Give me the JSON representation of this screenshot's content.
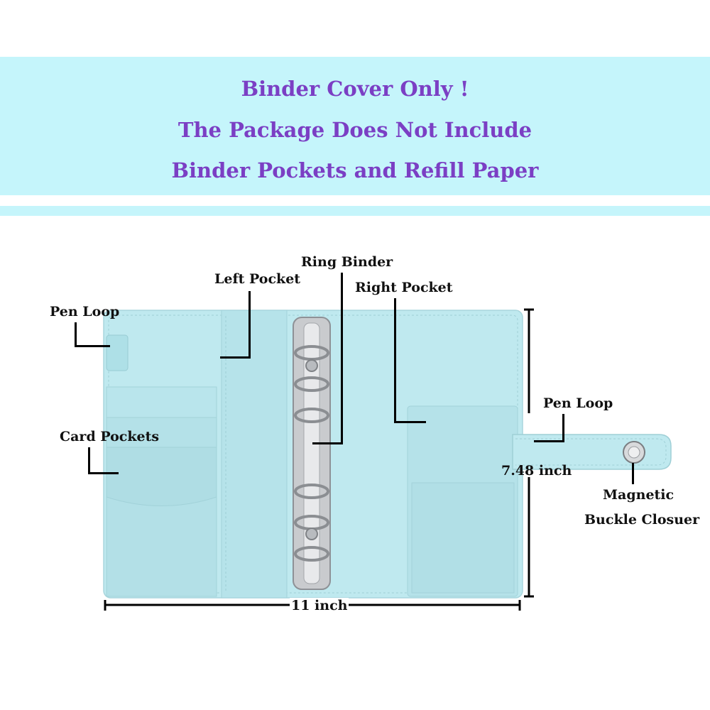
{
  "banner": {
    "line1": "Binder Cover Only !",
    "line2": "The Package Does Not Include",
    "line3": "Binder Pockets and Refill Paper"
  },
  "callouts": {
    "pen_loop_left": "Pen Loop",
    "left_pocket": "Left Pocket",
    "ring_binder": "Ring Binder",
    "right_pocket": "Right Pocket",
    "card_pockets": "Card Pockets",
    "pen_loop_right": "Pen Loop",
    "magnetic_line1": "Magnetic",
    "magnetic_line2": "Buckle Closuer"
  },
  "dimensions": {
    "height": "7.48 inch",
    "width": "11 inch"
  },
  "colors": {
    "banner_bg": "#c5f5fb",
    "banner_text": "#7b3fc4",
    "binder_cover": "#bfe9ef",
    "binder_pocket": "#b4e1e8",
    "ring_metal": "#c9cbce"
  }
}
